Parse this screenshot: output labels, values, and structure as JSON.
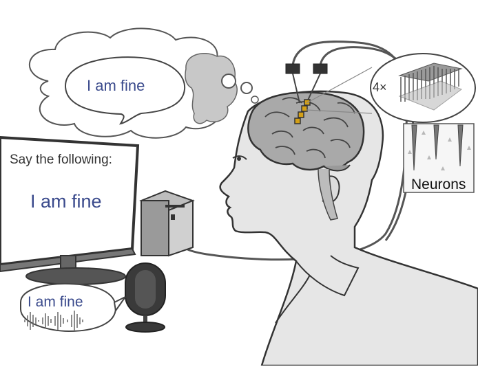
{
  "thought": {
    "text": "I am fine"
  },
  "monitor": {
    "prompt": "Say the following:",
    "text": "I am fine"
  },
  "audio": {
    "text": "I am fine"
  },
  "magnification": {
    "label": "4×"
  },
  "inset": {
    "label": "Neurons"
  },
  "colors": {
    "text_blue": "#3a4a8c",
    "outline": "#333333",
    "fill_gray": "#cccccc",
    "electrode_gold": "#d4a017"
  }
}
